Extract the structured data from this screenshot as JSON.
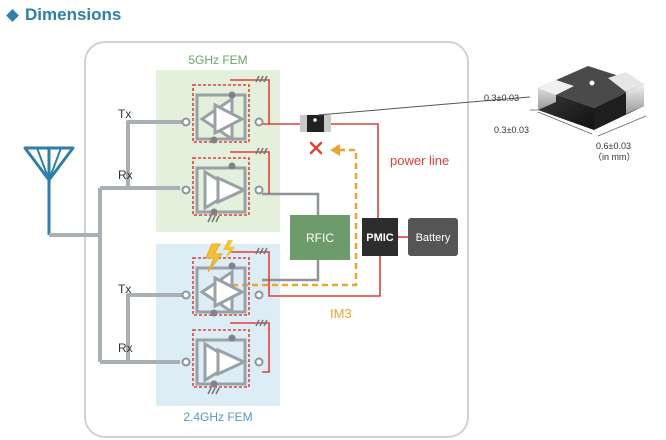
{
  "header": {
    "title": "Dimensions"
  },
  "labels": {
    "fem_5ghz": "5GHz FEM",
    "fem_24ghz": "2.4GHz FEM",
    "tx_top": "Tx",
    "rx_top": "Rx",
    "tx_bottom": "Tx",
    "rx_bottom": "Rx",
    "rfic": "RFIC",
    "pmic": "PMIC",
    "battery": "Battery",
    "power_line": "power line",
    "im3": "IM3"
  },
  "dimensions": {
    "height": "0.3±0.03",
    "width": "0.3±0.03",
    "length": "0.6±0.03",
    "unit": "（in mm）"
  },
  "colors": {
    "accent": "#2f7fa6",
    "fem5_bg": "#e3f0dc",
    "fem24_bg": "#dcedf6",
    "power_line": "#e0413a",
    "im3": "#e8a531",
    "rfic": "#6e9b6c",
    "pmic": "#2d2d2d",
    "battery": "#555555"
  }
}
